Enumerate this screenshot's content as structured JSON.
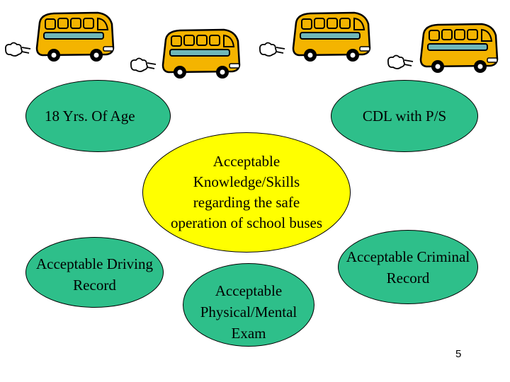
{
  "slide": {
    "ovals": {
      "age": "18 Yrs. Of Age",
      "cdl": "CDL with P/S",
      "center": "Acceptable\nKnowledge/Skills\nregarding the safe\noperation of school buses",
      "driving": "Acceptable Driving\nRecord",
      "exam": "Acceptable\nPhysical/Mental\nExam",
      "criminal": "Acceptable Criminal\nRecord"
    },
    "page_number": "5"
  },
  "decorations": {
    "bus_icon": "school-bus-icon",
    "exhaust_icon": "exhaust-cloud-icon",
    "colors": {
      "bus_body": "#f4b400",
      "bus_window": "#6fb7b9",
      "oval_green": "#2ebf8a",
      "oval_yellow": "#ffff00"
    }
  }
}
